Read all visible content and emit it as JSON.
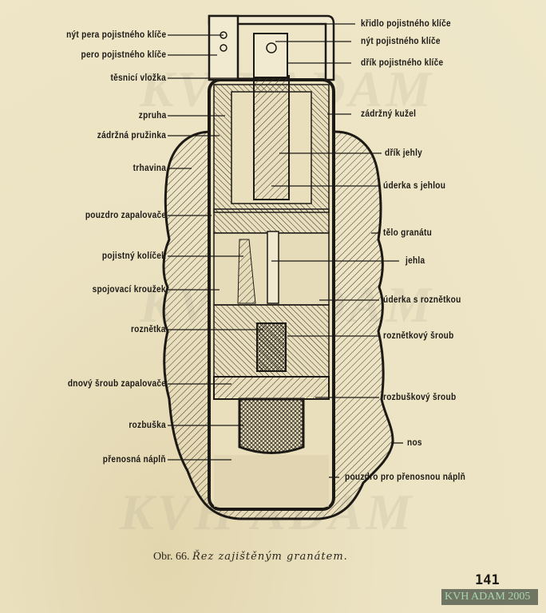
{
  "diagram": {
    "left_labels": [
      "nýt pera pojistného klíče",
      "pero pojistného klíče",
      "těsnicí vložka",
      "zpruha",
      "zádržná pružinka",
      "trhavina",
      "pouzdro zapalovače",
      "pojistný kolíček",
      "spojovací kroužek",
      "roznětka",
      "dnový šroub zapalovače",
      "rozbuška",
      "přenosná náplň"
    ],
    "right_labels": [
      "křidlo pojistného klíče",
      "nýt pojistného klíče",
      "dřík pojistného klíče",
      "zádržný kužel",
      "dřík jehly",
      "úderka s jehlou",
      "tělo granátu",
      "jehla",
      "úderka s roznětkou",
      "roznětkový šroub",
      "rozbuškový šroub",
      "nos",
      "pouzdro pro přenosnou náplň"
    ]
  },
  "caption": {
    "figure": "Obr. 66.",
    "title": "Řez zajištěným granátem."
  },
  "page_number": "141",
  "watermark": "KVH ADAM",
  "stamp": "KVH ADAM 2005"
}
